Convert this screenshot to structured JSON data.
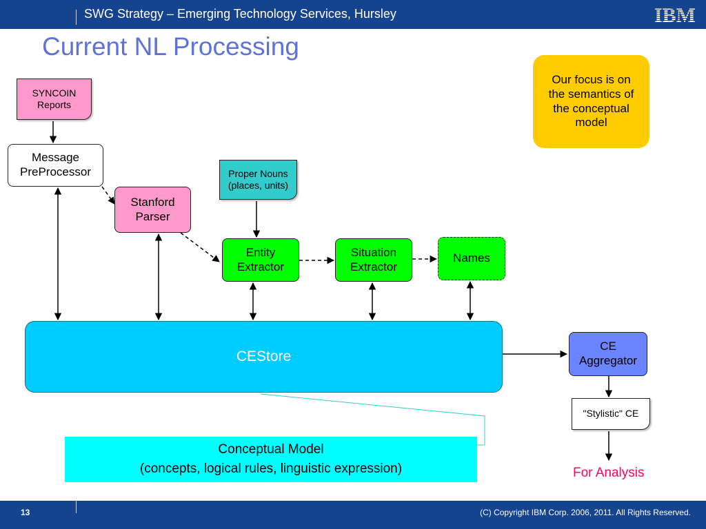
{
  "header": {
    "title": "SWG Strategy – Emerging Technology Services, Hursley",
    "logo_text": "IBM",
    "background": "#15438e"
  },
  "page_title": "Current NL Processing",
  "nodes": {
    "syncoin": {
      "line1": "SYNCOIN",
      "line2": "Reports",
      "color": "#ff99cc"
    },
    "message_preprocessor": {
      "line1": "Message",
      "line2": "PreProcessor",
      "color": "#ffffff"
    },
    "stanford_parser": {
      "line1": "Stanford",
      "line2": "Parser",
      "color": "#ff99cc"
    },
    "proper_nouns": {
      "line1": "Proper Nouns",
      "line2": "(places, units)",
      "color": "#33cccc"
    },
    "entity_extractor": {
      "line1": "Entity",
      "line2": "Extractor",
      "color": "#00ff00"
    },
    "situation_extractor": {
      "line1": "Situation",
      "line2": "Extractor",
      "color": "#00ff00"
    },
    "names": {
      "label": "Names",
      "color": "#00ff00"
    },
    "cestore": {
      "label": "CEStore",
      "color": "#00ccff"
    },
    "ce_aggregator": {
      "line1": "CE",
      "line2": "Aggregator",
      "color": "#6b84ff"
    },
    "stylistic_ce": {
      "label": "\"Stylistic\" CE"
    },
    "focus_callout": {
      "text": "Our focus is on the semantics of the conceptual model",
      "color": "#ffcc00"
    },
    "conceptual_model": {
      "line1": "Conceptual Model",
      "line2": "(concepts, logical rules, linguistic expression)",
      "color": "#00ffff"
    },
    "for_analysis": {
      "label": "For Analysis",
      "color": "#ff0066"
    }
  },
  "footer": {
    "page_number": "13",
    "copyright": "(C) Copyright IBM Corp. 2006, 2011. All Rights Reserved."
  }
}
